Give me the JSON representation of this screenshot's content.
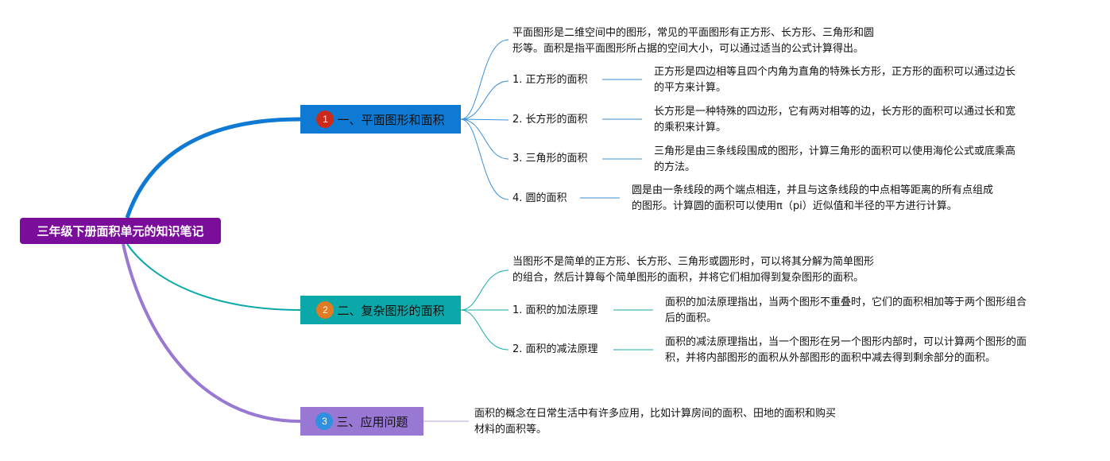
{
  "root": {
    "label": "三年级下册面积单元的知识笔记"
  },
  "branches": [
    {
      "badge": "1",
      "badge_color": "#cc2a1b",
      "color": "#0f7ad4",
      "label": "一、平面图形和面积",
      "intro": [
        "平面图形是二维空间中的图形，常见的平面图形有正方形、长方形、三角形和圆",
        "形等。面积是指平面图形所占据的空间大小，可以通过适当的公式计算得出。"
      ],
      "children": [
        {
          "label": "1. 正方形的面积",
          "detail": [
            "正方形是四边相等且四个内角为直角的特殊长方形，正方形的面积可以通过边长",
            "的平方来计算。"
          ]
        },
        {
          "label": "2. 长方形的面积",
          "detail": [
            "长方形是一种特殊的四边形，它有两对相等的边，长方形的面积可以通过长和宽",
            "的乘积来计算。"
          ]
        },
        {
          "label": "3. 三角形的面积",
          "detail": [
            "三角形是由三条线段围成的图形，计算三角形的面积可以使用海伦公式或底乘高",
            "的方法。"
          ]
        },
        {
          "label": "4. 圆的面积",
          "detail": [
            "圆是由一条线段的两个端点相连，并且与这条线段的中点相等距离的所有点组成",
            "的图形。计算圆的面积可以使用π（pi）近似值和半径的平方进行计算。"
          ]
        }
      ]
    },
    {
      "badge": "2",
      "badge_color": "#e07b22",
      "color": "#0aa8a8",
      "label": "二、复杂图形的面积",
      "intro": [
        "当图形不是简单的正方形、长方形、三角形或圆形时，可以将其分解为简单图形",
        "的组合，然后计算每个简单图形的面积，并将它们相加得到复杂图形的面积。"
      ],
      "children": [
        {
          "label": "1. 面积的加法原理",
          "detail": [
            "面积的加法原理指出，当两个图形不重叠时，它们的面积相加等于两个图形组合",
            "后的面积。"
          ]
        },
        {
          "label": "2. 面积的减法原理",
          "detail": [
            "面积的减法原理指出，当一个图形在另一个图形内部时，可以计算两个图形的面",
            "积，并将内部图形的面积从外部图形的面积中减去得到剩余部分的面积。"
          ]
        }
      ]
    },
    {
      "badge": "3",
      "badge_color": "#2f8fe0",
      "color": "#9878d2",
      "label": "三、应用问题",
      "intro": [
        "面积的概念在日常生活中有许多应用，比如计算房间的面积、田地的面积和购买",
        "材料的面积等。"
      ],
      "children": []
    }
  ]
}
